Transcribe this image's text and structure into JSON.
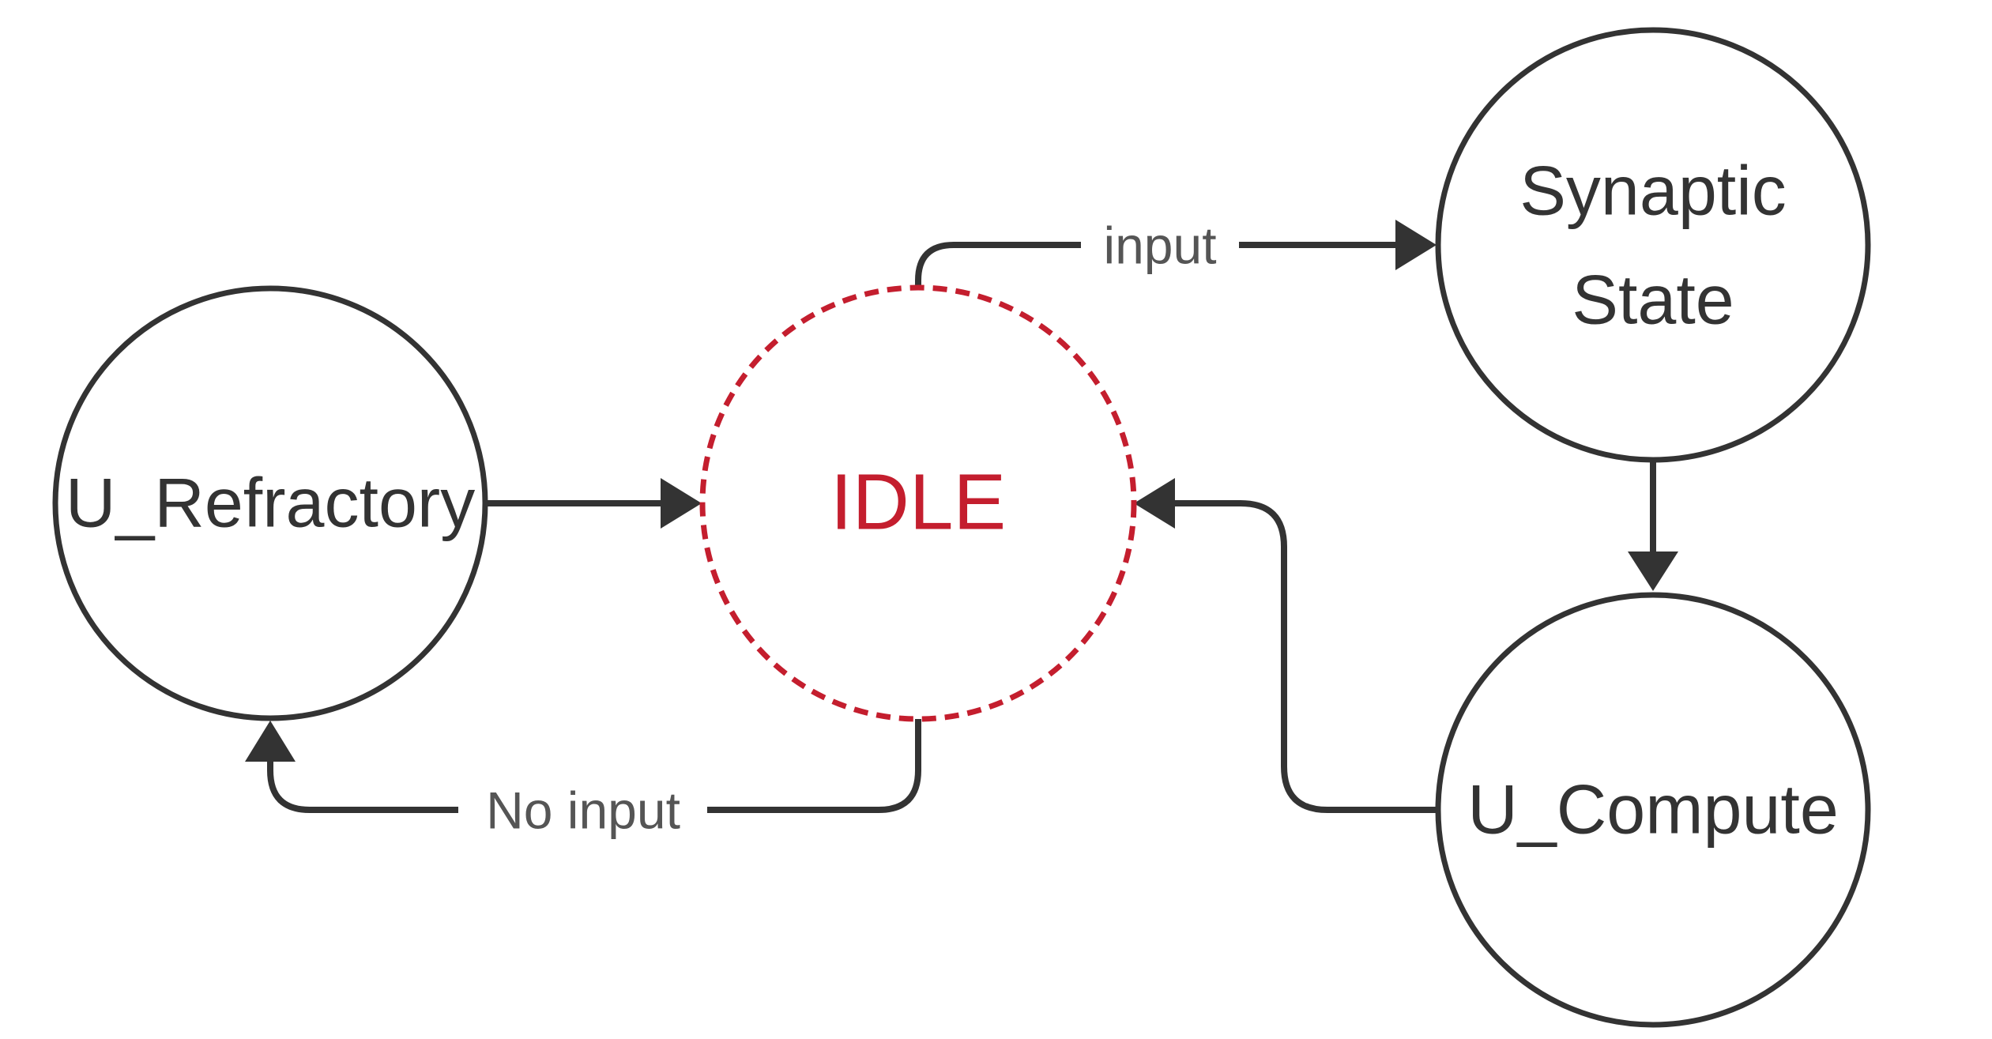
{
  "diagram": {
    "colors": {
      "stroke": "#333333",
      "active": "#c41e2e",
      "edge_label": "#555555"
    },
    "nodes": {
      "refractory": {
        "label": "U_Refractory"
      },
      "idle": {
        "label": "IDLE"
      },
      "synaptic": {
        "label_line1": "Synaptic",
        "label_line2": "State"
      },
      "compute": {
        "label": "U_Compute"
      }
    },
    "edges": {
      "idle_to_synaptic": {
        "label": "input"
      },
      "idle_to_refractory": {
        "label": "No input"
      }
    }
  }
}
